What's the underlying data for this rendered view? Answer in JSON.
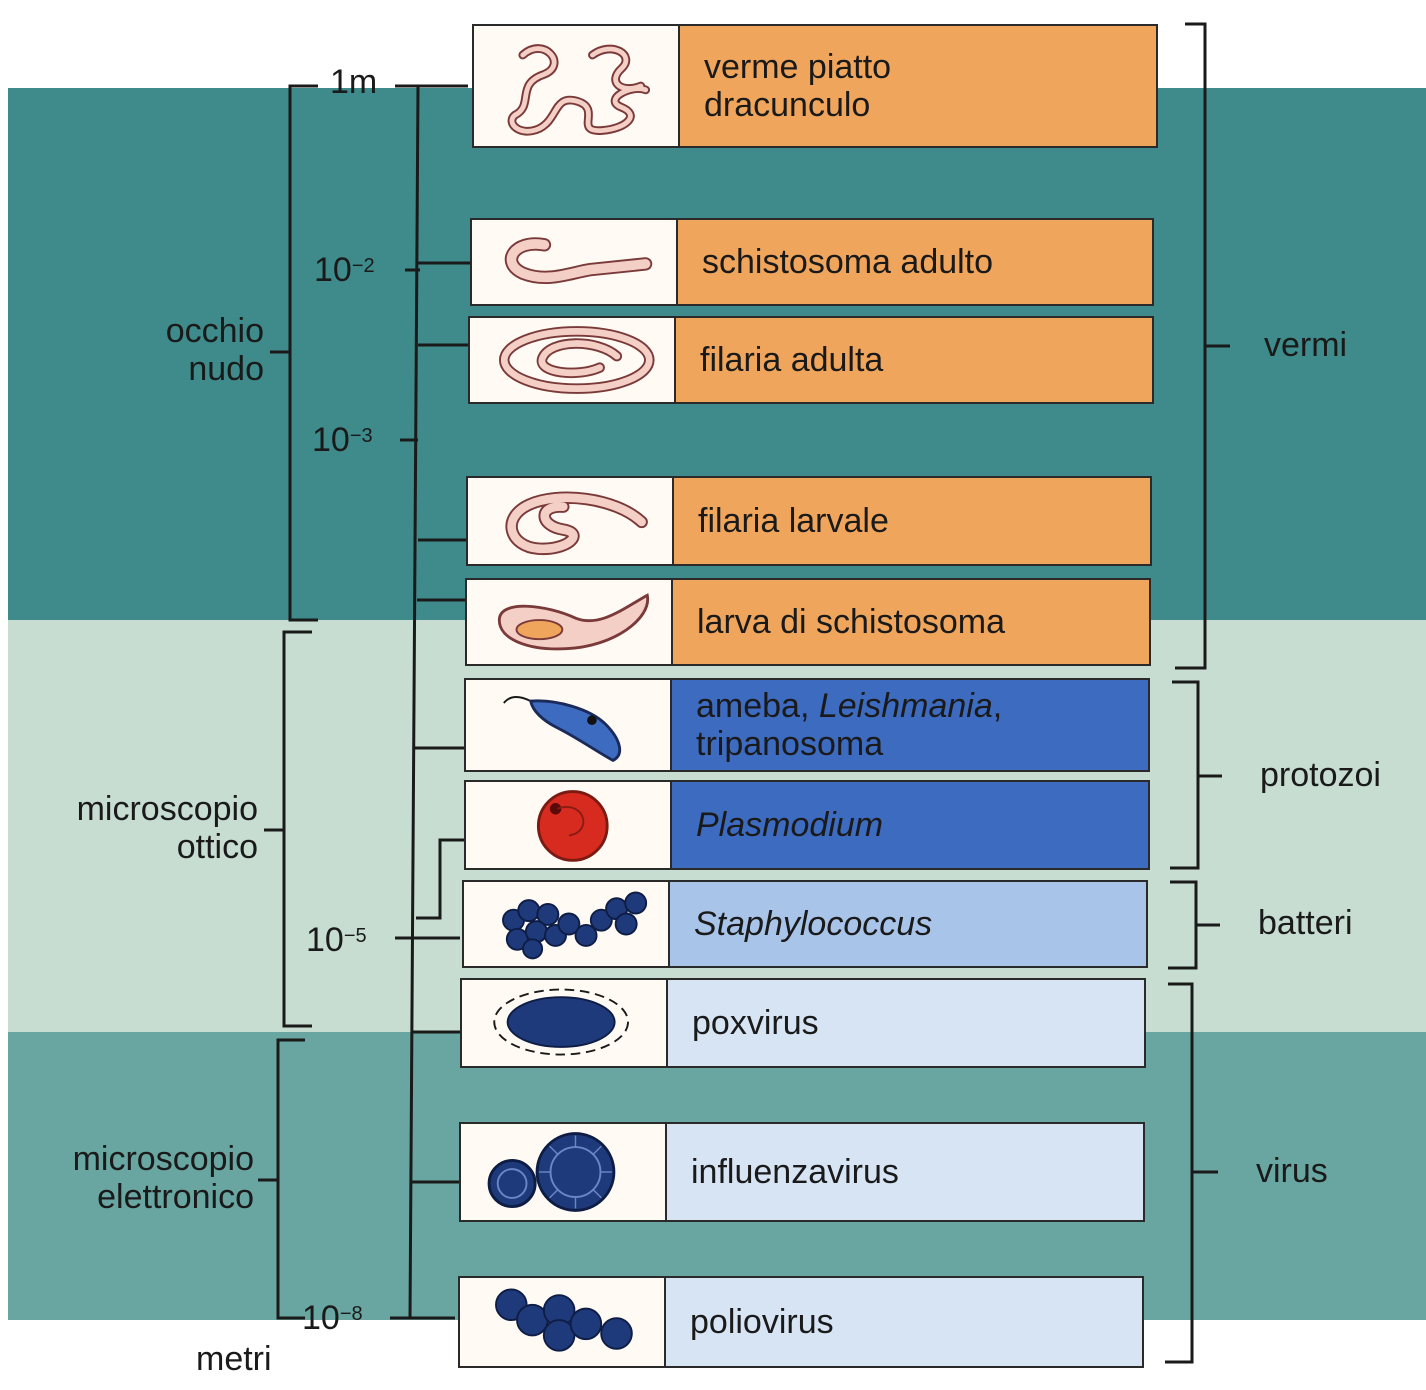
{
  "scale": {
    "ticks": [
      {
        "base": "1m",
        "exp": ""
      },
      {
        "base": "10",
        "exp": "−2"
      },
      {
        "base": "10",
        "exp": "−3"
      },
      {
        "base": "10",
        "exp": "−5"
      },
      {
        "base": "10",
        "exp": "−8"
      }
    ],
    "unit": "metri"
  },
  "methods": [
    {
      "line1": "occhio",
      "line2": "nudo"
    },
    {
      "line1": "microscopio",
      "line2": "ottico"
    },
    {
      "line1": "microscopio",
      "line2": "elettronico"
    }
  ],
  "organisms": [
    {
      "line1": "verme piatto",
      "line2": "dracunculo",
      "icon": "long-worm-icon"
    },
    {
      "line1": "schistosoma adulto",
      "icon": "schistosome-worm-icon"
    },
    {
      "line1": "filaria adulta",
      "icon": "coiled-filaria-icon"
    },
    {
      "line1": "filaria larvale",
      "icon": "larval-filaria-icon"
    },
    {
      "line1": "larva di schistosoma",
      "icon": "schistosome-larva-icon"
    },
    {
      "line1a": "ameba, ",
      "line1b": "Leishmania",
      "line1c": ",",
      "line2": "tripanosoma",
      "icon": "trypanosome-icon"
    },
    {
      "line1": "Plasmodium",
      "icon": "infected-red-cell-icon"
    },
    {
      "line1": "Staphylococcus",
      "icon": "cocci-cluster-icon"
    },
    {
      "line1": "poxvirus",
      "icon": "poxvirus-icon"
    },
    {
      "line1": "influenzavirus",
      "icon": "influenza-virion-icon"
    },
    {
      "line1": "poliovirus",
      "icon": "poliovirus-particles-icon"
    }
  ],
  "groups": [
    "vermi",
    "protozoi",
    "batteri",
    "virus"
  ],
  "colors": {
    "worms": "#f0a55d",
    "protozoa": "#3d6bc0",
    "bacteria": "#a9c4e9",
    "viruses": "#d6e4f4",
    "band_naked_eye": "#3f8a8a",
    "band_optical": "#c7ddd2",
    "band_electron": "#6aa6a1"
  }
}
